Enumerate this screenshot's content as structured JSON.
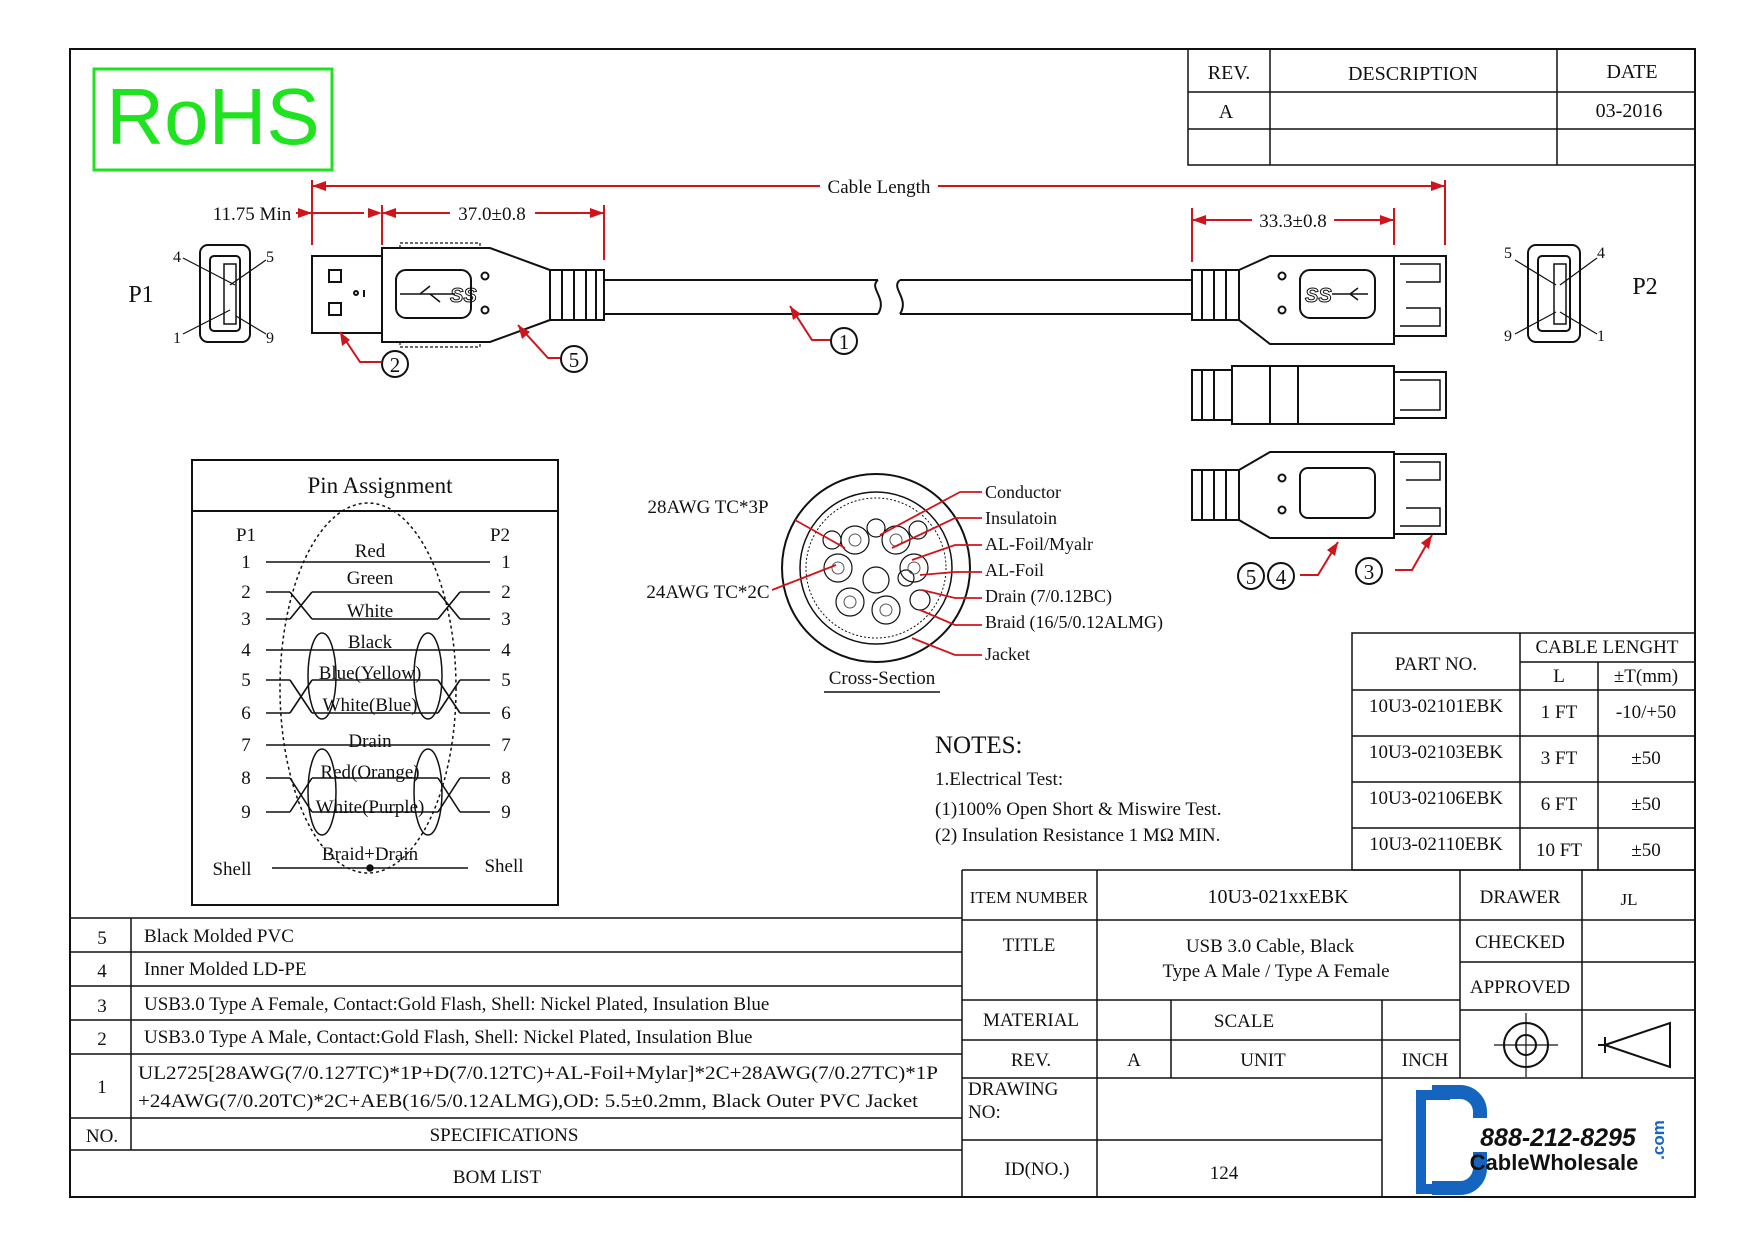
{
  "rohs": "RoHS",
  "revision_table": {
    "headers": {
      "rev": "REV.",
      "description": "DESCRIPTION",
      "date": "DATE"
    },
    "rows": [
      {
        "rev": "A",
        "description": "",
        "date": "03-2016"
      }
    ]
  },
  "dimensions": {
    "cable_length": "Cable Length",
    "min_len": "11.75 Min",
    "p1_len": "37.0±0.8",
    "p2_len": "33.3±0.8"
  },
  "labels": {
    "p1": "P1",
    "p2": "P2"
  },
  "p1_pins": {
    "tl": "4",
    "tr": "5",
    "bl": "1",
    "br": "9"
  },
  "p2_pins": {
    "tl": "5",
    "tr": "4",
    "bl": "9",
    "br": "1"
  },
  "callouts": {
    "c1": "1",
    "c2": "2",
    "c3": "3",
    "c4": "4",
    "c5": "5"
  },
  "pin_assignment": {
    "title": "Pin Assignment",
    "p1": "P1",
    "p2": "P2",
    "pins_left": [
      "1",
      "2",
      "3",
      "4",
      "5",
      "6",
      "7",
      "8",
      "9"
    ],
    "pins_right": [
      "1",
      "2",
      "3",
      "4",
      "5",
      "6",
      "7",
      "8",
      "9"
    ],
    "wires": [
      "Red",
      "Green",
      "White",
      "Black",
      "Blue(Yellow)",
      "White(Blue)",
      "Drain",
      "Red(Orange)",
      "White(Purple)"
    ],
    "shell_left": "Shell",
    "shell_right": "Shell",
    "shell_wire": "Braid+Drain"
  },
  "cross_section": {
    "title": "Cross-Section",
    "left_top": "28AWG TC*3P",
    "left_bottom": "24AWG TC*2C",
    "labels": [
      "Conductor",
      "Insulatoin",
      "AL-Foil/Myalr",
      "AL-Foil",
      "Drain (7/0.12BC)",
      "Braid (16/5/0.12ALMG)",
      "Jacket"
    ]
  },
  "notes": {
    "title": "NOTES:",
    "lines": [
      "1.Electrical Test:",
      "(1)100% Open Short & Miswire Test.",
      "(2) Insulation Resistance 1 MΩ  MIN."
    ]
  },
  "parts_table": {
    "part_no": "PART NO.",
    "cable_length": "CABLE LENGHT",
    "l": "L",
    "tol": "±T(mm)",
    "rows": [
      {
        "part": "10U3-02101EBK",
        "l": "1 FT",
        "tol": "-10/+50"
      },
      {
        "part": "10U3-02103EBK",
        "l": "3 FT",
        "tol": "±50"
      },
      {
        "part": "10U3-02106EBK",
        "l": "6 FT",
        "tol": "±50"
      },
      {
        "part": "10U3-02110EBK",
        "l": "10 FT",
        "tol": "±50"
      }
    ]
  },
  "bom": {
    "rows": [
      {
        "no": "5",
        "spec": [
          "Black Molded PVC"
        ]
      },
      {
        "no": "4",
        "spec": [
          "Inner Molded LD-PE"
        ]
      },
      {
        "no": "3",
        "spec": [
          "USB3.0 Type A Female, Contact:Gold Flash, Shell: Nickel Plated, Insulation Blue"
        ]
      },
      {
        "no": "2",
        "spec": [
          "USB3.0 Type A Male, Contact:Gold Flash, Shell: Nickel Plated, Insulation Blue"
        ]
      },
      {
        "no": "1",
        "spec": [
          "UL2725[28AWG(7/0.127TC)*1P+D(7/0.12TC)+AL-Foil+Mylar]*2C+28AWG(7/0.27TC)*1P",
          "+24AWG(7/0.20TC)*2C+AEB(16/5/0.12ALMG),OD: 5.5±0.2mm, Black Outer PVC Jacket"
        ]
      }
    ],
    "no_header": "NO.",
    "spec_header": "SPECIFICATIONS",
    "footer": "BOM LIST"
  },
  "title_block": {
    "item_number_label": "ITEM NUMBER",
    "item_number": "10U3-021xxEBK",
    "title_label": "TITLE",
    "title_lines": [
      "USB 3.0 Cable, Black",
      "Type A Male / Type A Female"
    ],
    "material_label": "MATERIAL",
    "material": "",
    "scale_label": "SCALE",
    "scale": "",
    "rev_label": "REV.",
    "rev": "A",
    "unit_label": "UNIT",
    "unit": "INCH",
    "drawing_no_label": [
      "DRAWING",
      "NO:"
    ],
    "drawing_no": "",
    "id_label": "ID(NO.)",
    "id": "124",
    "drawer_label": "DRAWER",
    "drawer": "JL",
    "checked_label": "CHECKED",
    "checked": "",
    "approved_label": "APPROVED",
    "approved": ""
  },
  "logo": {
    "phone": "888-212-8295",
    "name": "CableWholesale",
    "suffix": ".com"
  },
  "colors": {
    "red": "#d0141b",
    "green": "#1ee31e",
    "blue": "#1565c0"
  }
}
